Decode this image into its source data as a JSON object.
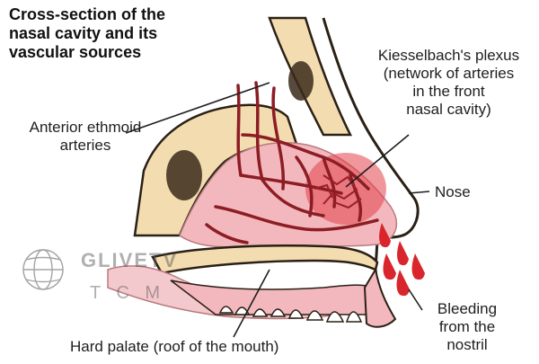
{
  "title": {
    "lines": [
      "Cross-section of the",
      "nasal cavity and its",
      "vascular sources"
    ]
  },
  "labels": {
    "kiesselbach": {
      "lines": [
        "Kiesselbach's plexus",
        "(network of arteries",
        "in the front",
        "nasal cavity)"
      ]
    },
    "ethmoid": {
      "lines": [
        "Anterior ethmoid",
        "arteries"
      ]
    },
    "nose": {
      "text": "Nose"
    },
    "hard_palate": {
      "text": "Hard palate (roof of the mouth)"
    },
    "bleeding": {
      "lines": [
        "Bleeding",
        "from the",
        "nostril"
      ]
    }
  },
  "watermark": {
    "text": "GLIVETV",
    "sub": "T C M"
  },
  "colors": {
    "bone": "#f3dcb0",
    "bone_edge": "#2a2015",
    "tissue": "#f3b8bd",
    "artery": "#8c1d24",
    "blood": "#d9262d",
    "plexus": "#e2414a"
  }
}
